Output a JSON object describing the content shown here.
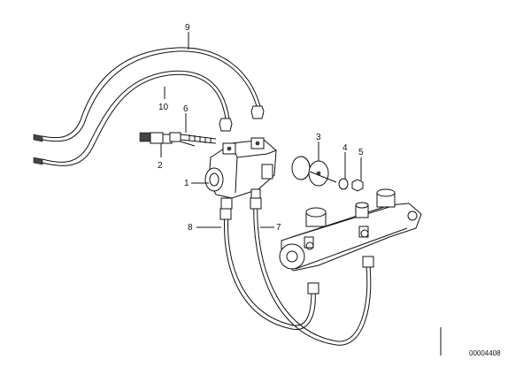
{
  "callouts": {
    "c1": "1",
    "c2": "2",
    "c3": "3",
    "c4": "4",
    "c5": "5",
    "c6": "6",
    "c7": "7",
    "c8": "8",
    "c9": "9",
    "c10": "10"
  },
  "reference_number": "00004408"
}
